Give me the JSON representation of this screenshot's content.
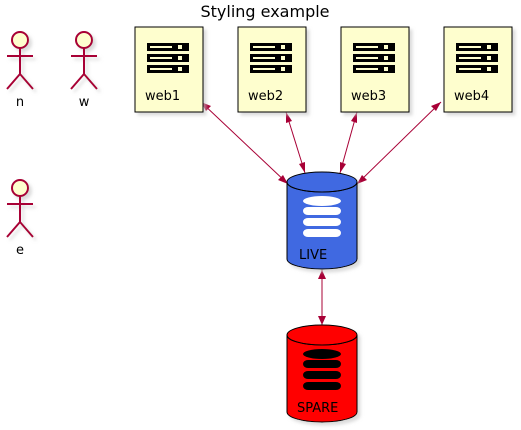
{
  "title": "Styling example",
  "actors": [
    {
      "id": "n",
      "label": "n"
    },
    {
      "id": "w",
      "label": "w"
    },
    {
      "id": "e",
      "label": "e"
    }
  ],
  "nodes": [
    {
      "id": "web1",
      "label": "web1",
      "kind": "server"
    },
    {
      "id": "web2",
      "label": "web2",
      "kind": "server"
    },
    {
      "id": "web3",
      "label": "web3",
      "kind": "server"
    },
    {
      "id": "web4",
      "label": "web4",
      "kind": "server"
    },
    {
      "id": "live",
      "label": "LIVE",
      "kind": "database"
    },
    {
      "id": "spare",
      "label": "SPARE",
      "kind": "database"
    }
  ],
  "edges": [
    {
      "from": "web1",
      "to": "live",
      "style": "bidirectional"
    },
    {
      "from": "web2",
      "to": "live",
      "style": "bidirectional"
    },
    {
      "from": "web3",
      "to": "live",
      "style": "bidirectional"
    },
    {
      "from": "web4",
      "to": "live",
      "style": "bidirectional"
    },
    {
      "from": "live",
      "to": "spare",
      "style": "bidirectional"
    }
  ],
  "colors": {
    "actor_stroke": "#A80036",
    "actor_fill": "#FEFECE",
    "server_fill": "#FEFECE",
    "live_fill": "#4169E1",
    "spare_fill": "#FF0000",
    "edge": "#A80036",
    "live_icon": "#FFFFFF",
    "spare_icon": "#000000"
  },
  "icons": {
    "server": "server-rack-icon",
    "database": "database-stack-icon"
  }
}
